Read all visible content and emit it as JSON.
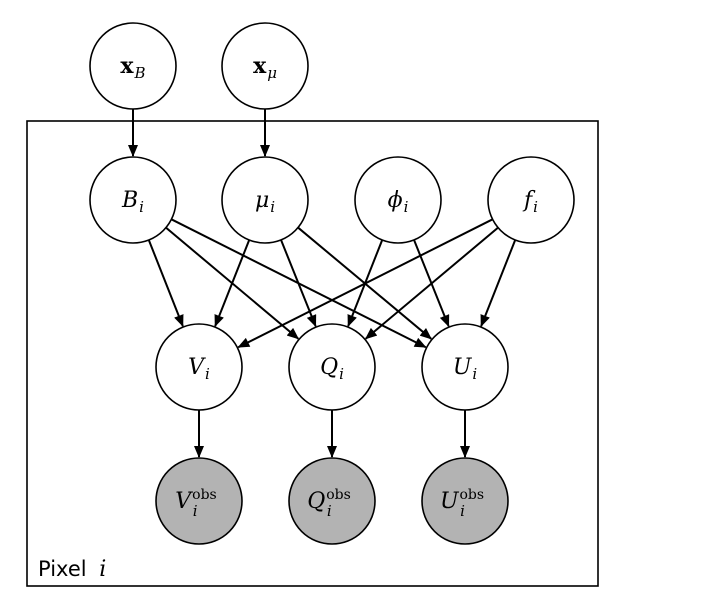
{
  "diagram": {
    "plate_label": "Pixel",
    "plate_index": "i",
    "colors": {
      "observed_fill": "#b3b3b3",
      "latent_fill": "#ffffff",
      "stroke": "#000000"
    },
    "nodes": [
      {
        "id": "xB",
        "base": "x",
        "sub": "B",
        "sup": "",
        "bold": true,
        "observed": false
      },
      {
        "id": "xmu",
        "base": "x",
        "sub": "μ",
        "sup": "",
        "bold": true,
        "observed": false
      },
      {
        "id": "B",
        "base": "B",
        "sub": "i",
        "sup": "",
        "bold": false,
        "observed": false
      },
      {
        "id": "mu",
        "base": "μ",
        "sub": "i",
        "sup": "",
        "bold": false,
        "observed": false
      },
      {
        "id": "phi",
        "base": "ϕ",
        "sub": "i",
        "sup": "",
        "bold": false,
        "observed": false
      },
      {
        "id": "f",
        "base": "f",
        "sub": "i",
        "sup": "",
        "bold": false,
        "observed": false
      },
      {
        "id": "V",
        "base": "V",
        "sub": "i",
        "sup": "",
        "bold": false,
        "observed": false
      },
      {
        "id": "Q",
        "base": "Q",
        "sub": "i",
        "sup": "",
        "bold": false,
        "observed": false
      },
      {
        "id": "U",
        "base": "U",
        "sub": "i",
        "sup": "",
        "bold": false,
        "observed": false
      },
      {
        "id": "Vobs",
        "base": "V",
        "sub": "i",
        "sup": "obs",
        "bold": false,
        "observed": true
      },
      {
        "id": "Qobs",
        "base": "Q",
        "sub": "i",
        "sup": "obs",
        "bold": false,
        "observed": true
      },
      {
        "id": "Uobs",
        "base": "U",
        "sub": "i",
        "sup": "obs",
        "bold": false,
        "observed": true
      }
    ],
    "edges": [
      [
        "xB",
        "B"
      ],
      [
        "xmu",
        "mu"
      ],
      [
        "B",
        "V"
      ],
      [
        "B",
        "Q"
      ],
      [
        "B",
        "U"
      ],
      [
        "mu",
        "V"
      ],
      [
        "mu",
        "Q"
      ],
      [
        "mu",
        "U"
      ],
      [
        "phi",
        "Q"
      ],
      [
        "phi",
        "U"
      ],
      [
        "f",
        "V"
      ],
      [
        "f",
        "Q"
      ],
      [
        "f",
        "U"
      ],
      [
        "V",
        "Vobs"
      ],
      [
        "Q",
        "Qobs"
      ],
      [
        "U",
        "Uobs"
      ]
    ]
  }
}
